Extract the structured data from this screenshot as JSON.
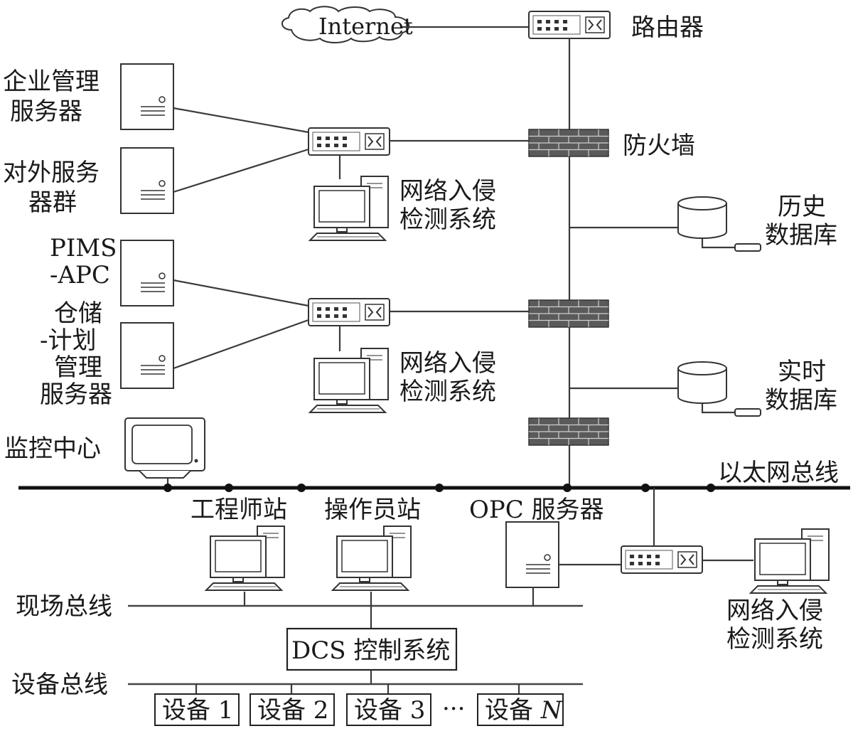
{
  "labels": {
    "internet": "Internet",
    "router": "路由器",
    "firewall": "防火墙",
    "enterprise_server": [
      "企业管理",
      "服务器"
    ],
    "external_servers": [
      "对外服务",
      "器群"
    ],
    "ids_1": [
      "网络入侵",
      "检测系统"
    ],
    "history_db": [
      "历史",
      "数据库"
    ],
    "pims": [
      "PIMS",
      "-APC"
    ],
    "storage": [
      "仓储",
      "-计划",
      "管理",
      "服务器"
    ],
    "ids_2": [
      "网络入侵",
      "检测系统"
    ],
    "realtime_db": [
      "实时",
      "数据库"
    ],
    "monitor": "监控中心",
    "ethernet_bus": "以太网总线",
    "engineer_station": "工程师站",
    "operator_station": "操作员站",
    "opc_server": "OPC 服务器",
    "ids_3": [
      "网络入侵",
      "检测系统"
    ],
    "field_bus": "现场总线",
    "dcs": "DCS 控制系统",
    "device_bus": "设备总线",
    "devices": [
      "设备 1",
      "设备 2",
      "设备 3",
      "设备 "
    ],
    "device_n_var": "N",
    "ellipsis": "···"
  }
}
